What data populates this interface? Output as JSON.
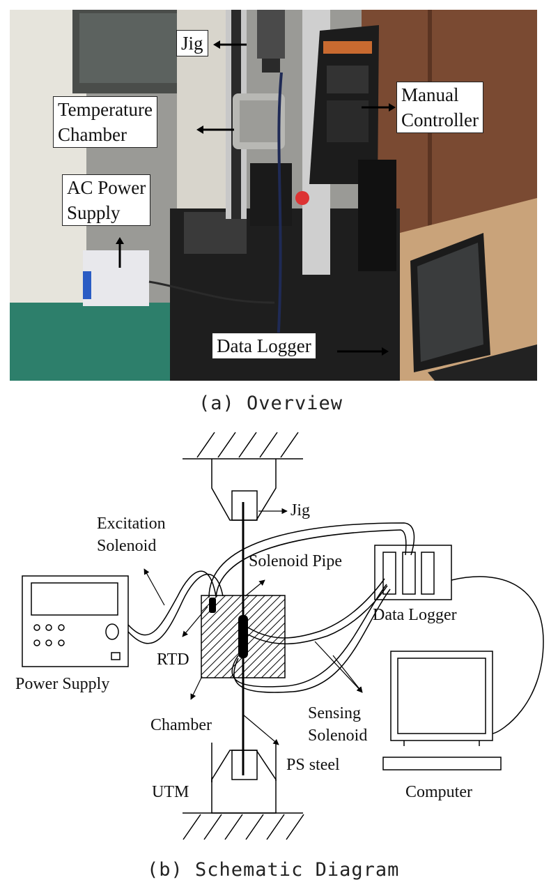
{
  "panel_a": {
    "caption": "(a) Overview",
    "callouts": {
      "jig": "Jig",
      "temperature_chamber": "Temperature\nChamber",
      "manual_controller": "Manual\nController",
      "ac_power_supply": "AC Power\nSupply",
      "data_logger": "Data Logger"
    }
  },
  "panel_b": {
    "caption": "(b) Schematic Diagram",
    "labels": {
      "jig": "Jig",
      "excitation_solenoid": "Excitation\nSolenoid",
      "solenoid_pipe": "Solenoid Pipe",
      "data_logger": "Data Logger",
      "power_supply": "Power Supply",
      "rtd": "RTD",
      "chamber": "Chamber",
      "sensing_solenoid": "Sensing\nSolenoid",
      "ps_steel": "PS steel",
      "utm": "UTM",
      "computer": "Computer"
    }
  }
}
